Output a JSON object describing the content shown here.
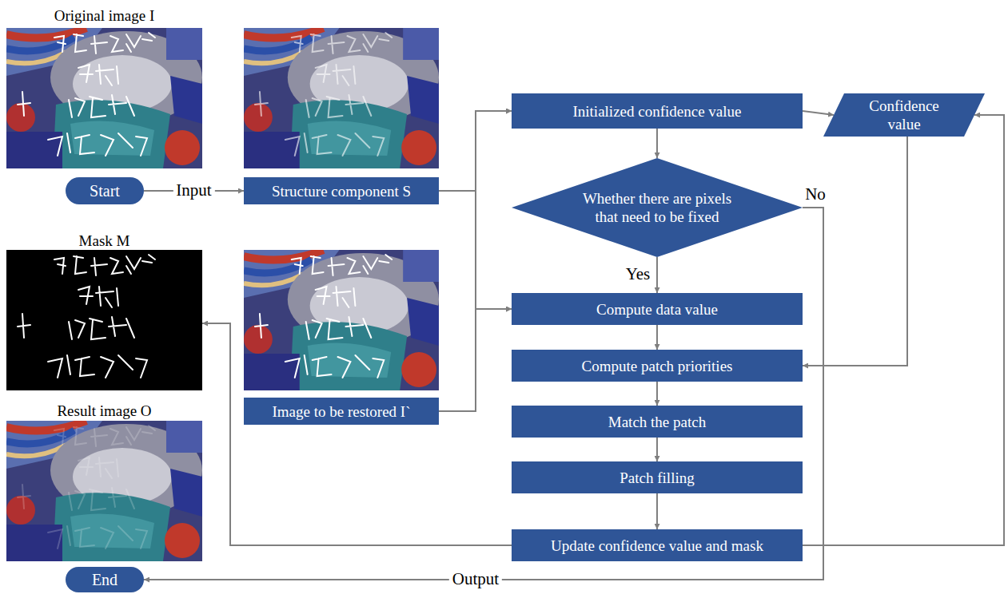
{
  "diagram": {
    "nodes": [
      {
        "text": [
          "Original image I"
        ]
      },
      {
        "text": [
          "Start"
        ]
      },
      {
        "text": [
          "Structure component S"
        ]
      },
      {
        "text": [
          "Initialized confidence value"
        ]
      },
      {
        "text": [
          "Confidence value"
        ]
      },
      {
        "text": [
          "Whether there are pixels that need to be fixed"
        ]
      },
      {
        "text": [
          "Mask M"
        ]
      },
      {
        "text": [
          "Image to be restored I`"
        ]
      },
      {
        "text": [
          "Compute data value"
        ]
      },
      {
        "text": [
          "Compute patch priorities"
        ]
      },
      {
        "text": [
          "Result image O"
        ]
      },
      {
        "text": [
          "Match the patch"
        ]
      },
      {
        "text": [
          "Patch filling"
        ]
      },
      {
        "text": [
          "Update confidence value and mask"
        ]
      },
      {
        "text": [
          "End"
        ]
      }
    ],
    "edges": [
      {
        "from": 1,
        "to": 2,
        "arrow": "to",
        "label": "Input"
      },
      {
        "from": 2,
        "to": 3,
        "arrow": "to"
      },
      {
        "from": 2,
        "to": 8,
        "arrow": "to"
      },
      {
        "from": 7,
        "to": 3,
        "arrow": "to"
      },
      {
        "from": 7,
        "to": 8,
        "arrow": "to"
      },
      {
        "from": 3,
        "to": 4,
        "arrow": "to"
      },
      {
        "from": 3,
        "to": 5,
        "arrow": "to"
      },
      {
        "from": 5,
        "to": 8,
        "arrow": "to",
        "label": "Yes"
      },
      {
        "from": 5,
        "to": 14,
        "arrow": "to",
        "label": "No"
      },
      {
        "from": 8,
        "to": 9,
        "arrow": "to"
      },
      {
        "from": 4,
        "to": 9,
        "arrow": "to"
      },
      {
        "from": 9,
        "to": 11,
        "arrow": "to"
      },
      {
        "from": 11,
        "to": 12,
        "arrow": "to"
      },
      {
        "from": 12,
        "to": 13,
        "arrow": "to"
      },
      {
        "from": 13,
        "to": 6,
        "arrow": "to"
      },
      {
        "from": 13,
        "to": 4,
        "arrow": "to"
      }
    ],
    "labels": [
      "Output"
    ]
  }
}
